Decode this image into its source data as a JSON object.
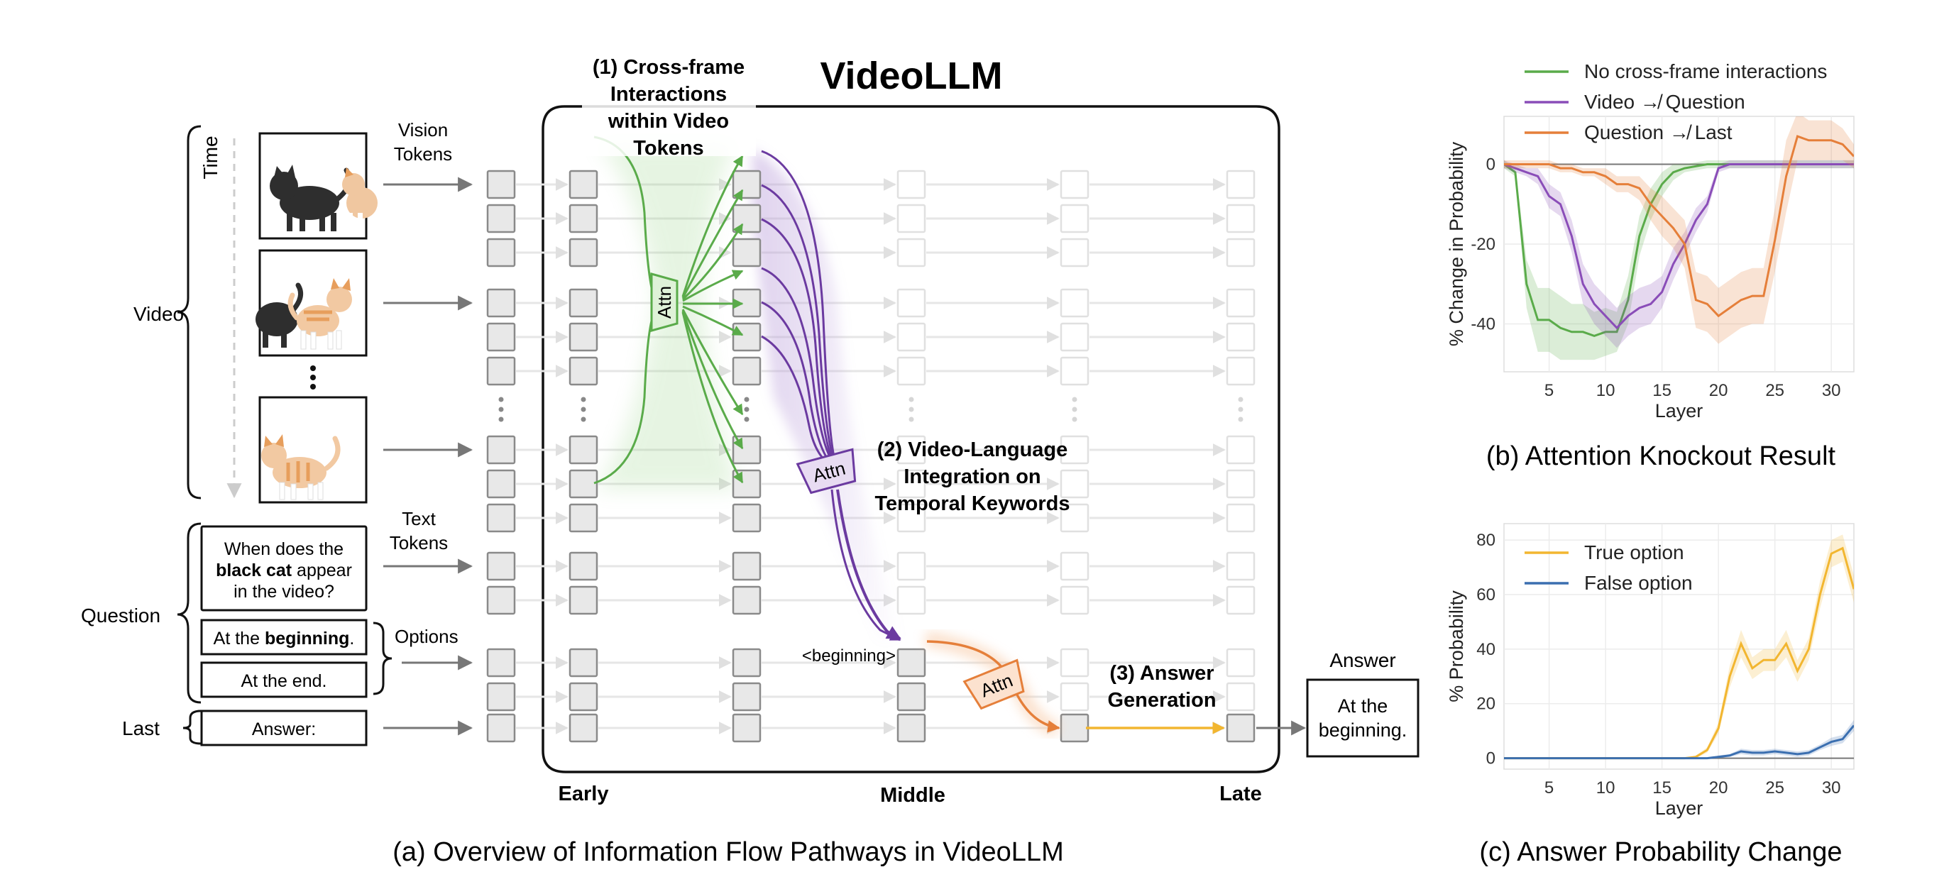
{
  "title": "VideoLLM",
  "left_labels": {
    "time": "Time",
    "video": "Video",
    "question": "Question",
    "last": "Last",
    "vision_tokens": [
      "Vision",
      "Tokens"
    ],
    "text_tokens": [
      "Text",
      "Tokens"
    ],
    "options": "Options"
  },
  "question_lines": [
    {
      "pre": "When does the",
      "bold": "",
      "post": ""
    },
    {
      "pre": "",
      "bold": "black cat",
      "post": " appear"
    },
    {
      "pre": "in the video?",
      "bold": "",
      "post": ""
    }
  ],
  "option1": {
    "pre": "At the ",
    "bold": "beginning",
    "post": "."
  },
  "option2": "At the end.",
  "answer_input": "Answer:",
  "stages": {
    "early": "Early",
    "middle": "Middle",
    "late": "Late"
  },
  "annotations": {
    "step1": [
      "(1) Cross-frame",
      "Interactions",
      "within Video",
      "Tokens"
    ],
    "step2": [
      "(2) Video-Language",
      "Integration on",
      "Temporal Keywords"
    ],
    "step3": [
      "(3) Answer",
      "Generation"
    ],
    "beginning_token": "<beginning>",
    "attn": "Attn"
  },
  "answer_box": {
    "label": "Answer",
    "lines": [
      "At the",
      "beginning."
    ]
  },
  "captions": {
    "a": "(a) Overview of Information Flow Pathways in VideoLLM",
    "b": "(b) Attention Knockout Result",
    "c": "(c) Answer Probability Change"
  },
  "colors": {
    "green": "#5aab4a",
    "purple": "#6b3aa0",
    "orange": "#e57f3a",
    "gold": "#f2b630",
    "blue": "#3b6fb0"
  },
  "chart_data": [
    {
      "type": "line",
      "xlabel": "Layer",
      "ylabel": "% Change in Probability",
      "xlim": [
        1,
        32
      ],
      "ylim": [
        -52,
        12
      ],
      "xticks": [
        5,
        10,
        15,
        20,
        25,
        30
      ],
      "yticks": [
        0,
        -20,
        -40
      ],
      "grid": true,
      "legend": "top-left",
      "series": [
        {
          "name": "No cross-frame interactions",
          "color": "#5aab4a",
          "x": [
            1,
            2,
            3,
            4,
            5,
            6,
            7,
            8,
            9,
            10,
            11,
            12,
            13,
            14,
            15,
            16,
            17,
            18,
            19,
            20,
            21,
            22,
            23,
            24,
            25,
            26,
            27,
            28,
            29,
            30,
            31,
            32
          ],
          "y": [
            0,
            -2,
            -30,
            -39,
            -39,
            -41,
            -42,
            -42,
            -43,
            -42,
            -42,
            -34,
            -18,
            -10,
            -5,
            -2,
            -1,
            -0.5,
            0,
            0,
            0,
            0,
            0,
            0,
            0,
            0,
            0,
            0,
            0,
            0,
            0,
            0
          ],
          "band": [
            1,
            1,
            6,
            8,
            8,
            8,
            7,
            7,
            6,
            6,
            5,
            6,
            5,
            4,
            3,
            2,
            1,
            1,
            1,
            1,
            1,
            1,
            1,
            1,
            1,
            1,
            1,
            1,
            1,
            1,
            1,
            1
          ]
        },
        {
          "name": "Video ↛ Question",
          "color": "#8a4db8",
          "x": [
            1,
            2,
            3,
            4,
            5,
            6,
            7,
            8,
            9,
            10,
            11,
            12,
            13,
            14,
            15,
            16,
            17,
            18,
            19,
            20,
            21,
            22,
            23,
            24,
            25,
            26,
            27,
            28,
            29,
            30,
            31,
            32
          ],
          "y": [
            0,
            -1,
            -2,
            -3,
            -8,
            -10,
            -18,
            -30,
            -35,
            -38,
            -41,
            -38,
            -36,
            -35,
            -32,
            -25,
            -20,
            -14,
            -10,
            -1,
            0,
            0,
            0,
            0,
            0,
            0,
            0,
            0,
            0,
            0,
            0,
            0
          ],
          "band": [
            1,
            1,
            1,
            2,
            3,
            3,
            4,
            5,
            5,
            5,
            5,
            5,
            5,
            5,
            4,
            4,
            3,
            3,
            2,
            1,
            1,
            1,
            1,
            1,
            1,
            1,
            1,
            1,
            1,
            1,
            1,
            1
          ]
        },
        {
          "name": "Question ↛ Last",
          "color": "#e57f3a",
          "x": [
            1,
            2,
            3,
            4,
            5,
            6,
            7,
            8,
            9,
            10,
            11,
            12,
            13,
            14,
            15,
            16,
            17,
            18,
            19,
            20,
            21,
            22,
            23,
            24,
            25,
            26,
            27,
            28,
            29,
            30,
            31,
            32
          ],
          "y": [
            0,
            0,
            0,
            0,
            0,
            -1,
            -1,
            -2,
            -2,
            -3,
            -5,
            -5,
            -6,
            -10,
            -13,
            -16,
            -20,
            -34,
            -35,
            -38,
            -36,
            -34,
            -33,
            -33,
            -19,
            -3,
            7,
            6,
            6,
            6,
            5,
            2
          ],
          "band": [
            1,
            1,
            1,
            1,
            1,
            1,
            1,
            1,
            1,
            2,
            2,
            2,
            3,
            4,
            5,
            5,
            6,
            7,
            7,
            7,
            7,
            7,
            7,
            7,
            8,
            9,
            6,
            5,
            5,
            5,
            4,
            3
          ]
        }
      ]
    },
    {
      "type": "line",
      "xlabel": "Layer",
      "ylabel": "% Probability",
      "xlim": [
        1,
        32
      ],
      "ylim": [
        -4,
        86
      ],
      "xticks": [
        5,
        10,
        15,
        20,
        25,
        30
      ],
      "yticks": [
        0,
        20,
        40,
        60,
        80
      ],
      "grid": true,
      "legend": "top-left",
      "series": [
        {
          "name": "True option",
          "color": "#f2b630",
          "x": [
            1,
            2,
            3,
            4,
            5,
            6,
            7,
            8,
            9,
            10,
            11,
            12,
            13,
            14,
            15,
            16,
            17,
            18,
            19,
            20,
            21,
            22,
            23,
            24,
            25,
            26,
            27,
            28,
            29,
            30,
            31,
            32
          ],
          "y": [
            0,
            0,
            0,
            0,
            0,
            0,
            0,
            0,
            0,
            0,
            0,
            0,
            0,
            0,
            0,
            0,
            0,
            0.5,
            3,
            11,
            30,
            42,
            33,
            36,
            36,
            42,
            32,
            40,
            60,
            75,
            77,
            62
          ],
          "band": [
            0,
            0,
            0,
            0,
            0,
            0,
            0,
            0,
            0,
            0,
            0,
            0,
            0,
            0,
            0,
            0,
            0,
            0.5,
            1,
            2,
            4,
            5,
            4,
            4,
            4,
            5,
            4,
            4,
            5,
            5,
            5,
            5
          ]
        },
        {
          "name": "False option",
          "color": "#3b6fb0",
          "x": [
            1,
            2,
            3,
            4,
            5,
            6,
            7,
            8,
            9,
            10,
            11,
            12,
            13,
            14,
            15,
            16,
            17,
            18,
            19,
            20,
            21,
            22,
            23,
            24,
            25,
            26,
            27,
            28,
            29,
            30,
            31,
            32
          ],
          "y": [
            0,
            0,
            0,
            0,
            0,
            0,
            0,
            0,
            0,
            0,
            0,
            0,
            0,
            0,
            0,
            0,
            0,
            0,
            0,
            0.5,
            1,
            2.5,
            2,
            2,
            2.5,
            2,
            1.5,
            2,
            4,
            6,
            7,
            12
          ],
          "band": [
            0,
            0,
            0,
            0,
            0,
            0,
            0,
            0,
            0,
            0,
            0,
            0,
            0,
            0,
            0,
            0,
            0,
            0,
            0,
            0.5,
            0.5,
            1,
            1,
            1,
            1,
            1,
            1,
            1,
            1,
            1.5,
            1.5,
            2
          ]
        }
      ]
    }
  ]
}
